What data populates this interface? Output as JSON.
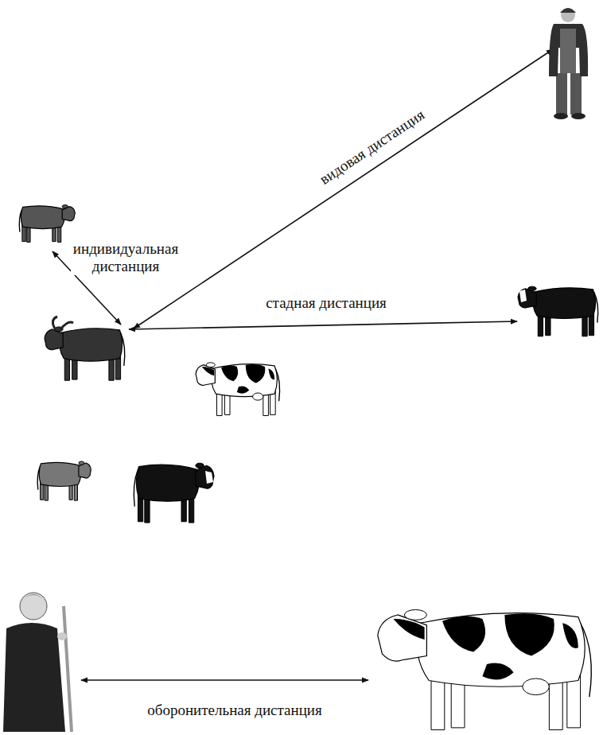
{
  "diagram": {
    "labels": [
      "индивидуальная дистанция",
      "видовая дистанция",
      "стадная дистанция",
      "оборонительная дистанция"
    ]
  }
}
